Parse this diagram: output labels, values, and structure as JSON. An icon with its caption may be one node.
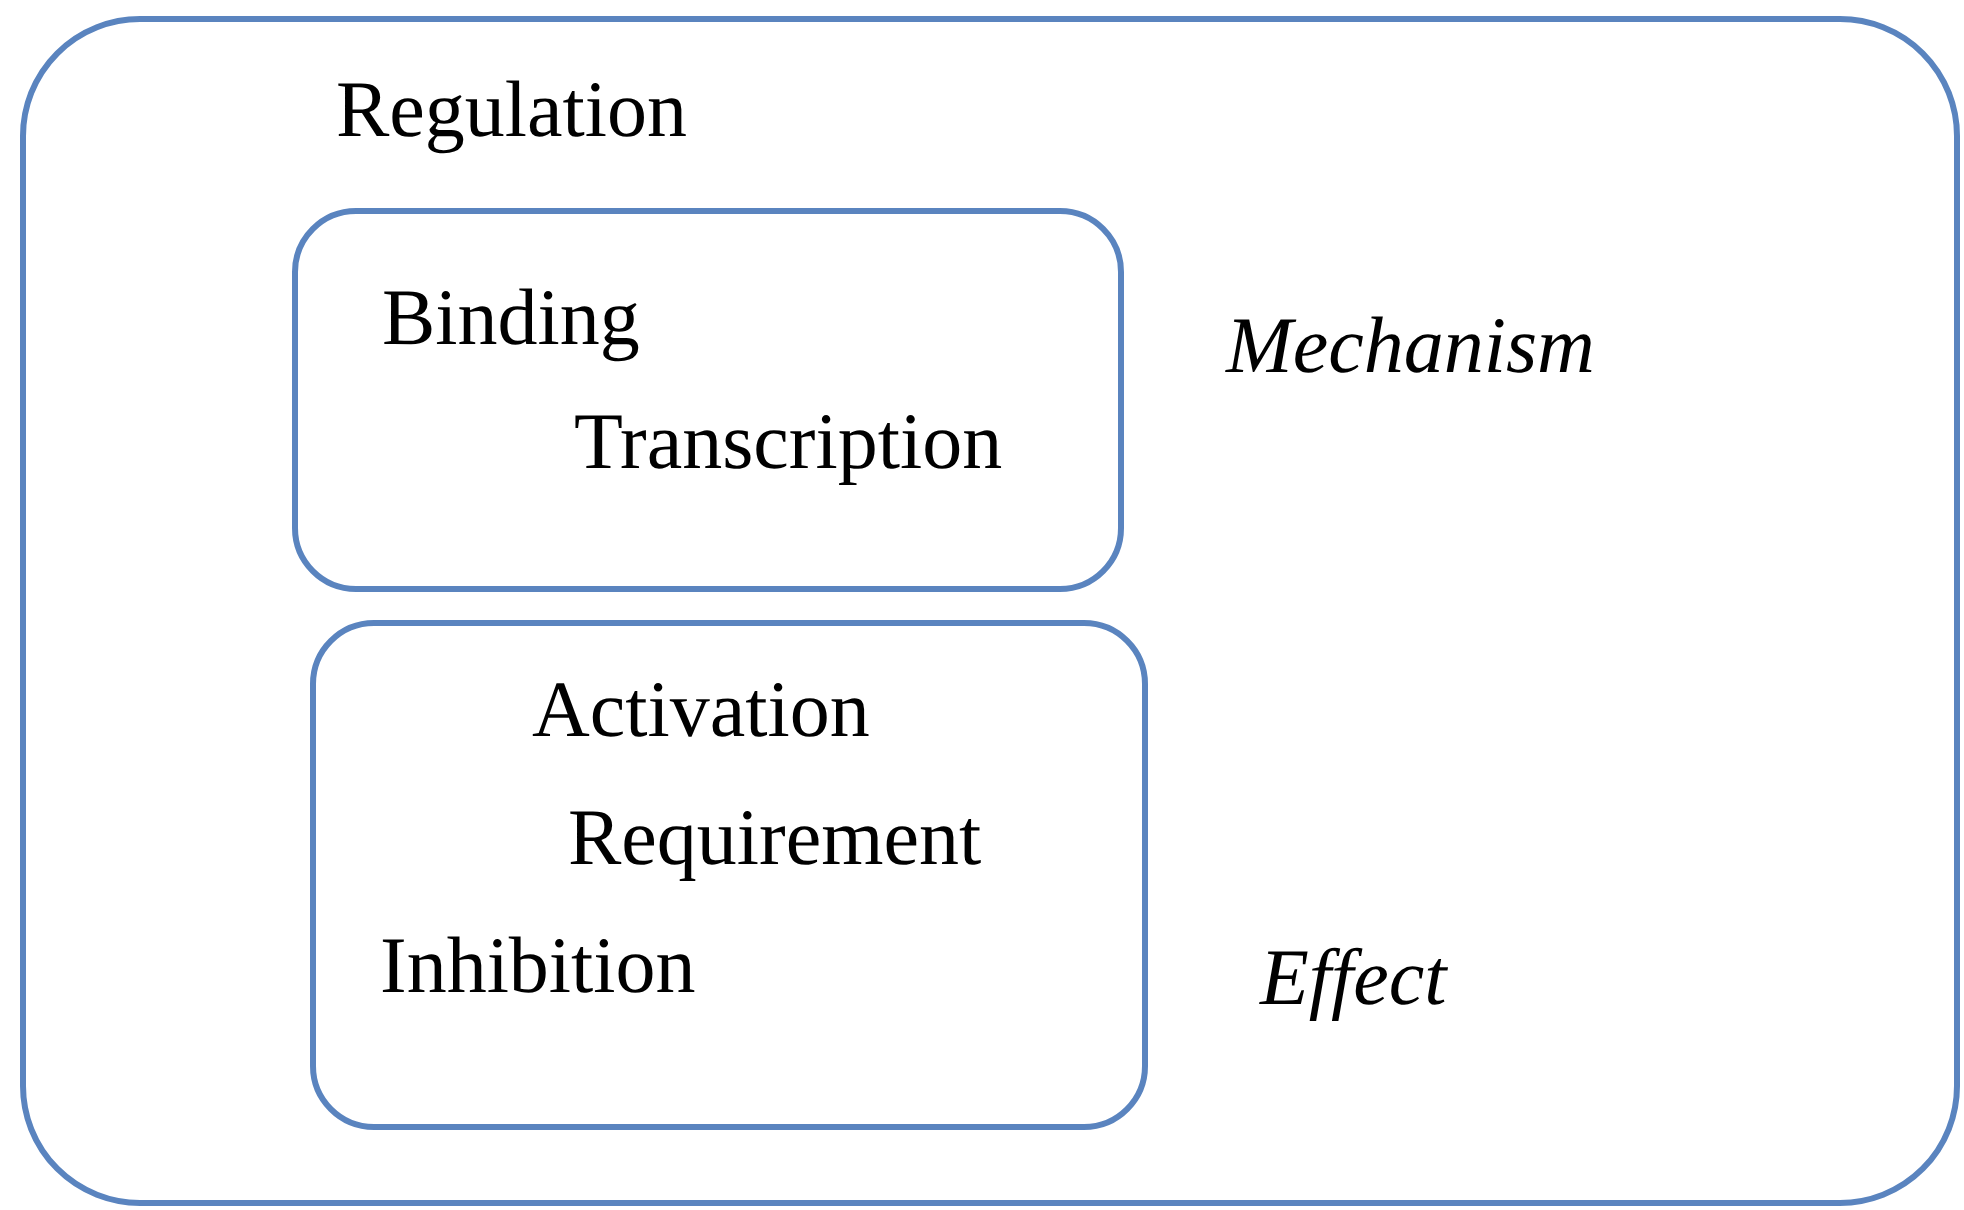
{
  "diagram": {
    "nodes": [
      {
        "text": [
          "Regulation"
        ]
      },
      {
        "text": [
          "Binding",
          "Transcription"
        ],
        "in": 0,
        "beside": [
          "Mechanism"
        ]
      },
      {
        "text": [
          "Activation",
          "Requirement",
          "Inhibition"
        ],
        "in": 0,
        "beside": [
          "Effect"
        ]
      }
    ]
  }
}
